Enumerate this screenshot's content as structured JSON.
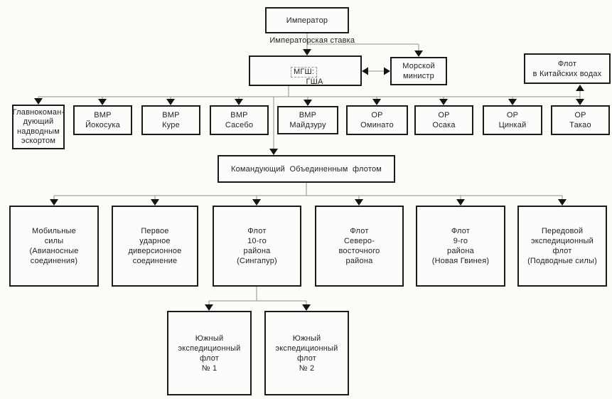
{
  "diagram": {
    "description": "Организационная схема командования японского императорского флота",
    "colors": {
      "box_border": "#1b1b1b",
      "connector_line": "#8f8f8f",
      "arrowhead": "#141414",
      "background": "#fbfbf8",
      "text": "#222222"
    },
    "nodes": {
      "emperor": "Император",
      "stavka": {
        "line1": "Императорская ставка",
        "mgsh": "МГШ:",
        "gsha": "ГША"
      },
      "minister": "Морской\nминистр",
      "china_fleet": "Флот\nв Китайских водах",
      "escort_chief": "Главнокоман-\nдующий\nнадводным\nэскортом",
      "vmr_yokosuka": "ВМР\nЙокосука",
      "vmr_kure": "ВМР\nКуре",
      "vmr_sasebo": "ВМР\nСасебо",
      "vmr_maizuru": "ВМР\nМайдзуру",
      "or_ominato": "ОР\nОминато",
      "or_osaka": "ОР\nОсака",
      "or_chinkai": "ОР\nЦинкай",
      "or_takao": "ОР\nТакао",
      "combined_fleet": "Командующий  Объединенным  флотом",
      "mobile_forces": "Мобильные\nсилы\n(Авианосные\nсоединения)",
      "first_strike": "Первое\nударное\nдиверсионное\nсоединение",
      "fleet_10": "Флот\n10-го\nрайона\n(Сингапур)",
      "northeast_fleet": "Флот\nСеверо-\nвосточного\nрайона",
      "fleet_9": "Флот\n9-го\nрайона\n(Новая Гвинея)",
      "forward_exp": "Передовой\nэкспедиционный\nфлот\n(Подводные силы)",
      "south_exp_1": "Южный\nэкспедиционный\nфлот\n№ 1",
      "south_exp_2": "Южный\nэкспедиционный\nфлот\n№ 2"
    }
  }
}
